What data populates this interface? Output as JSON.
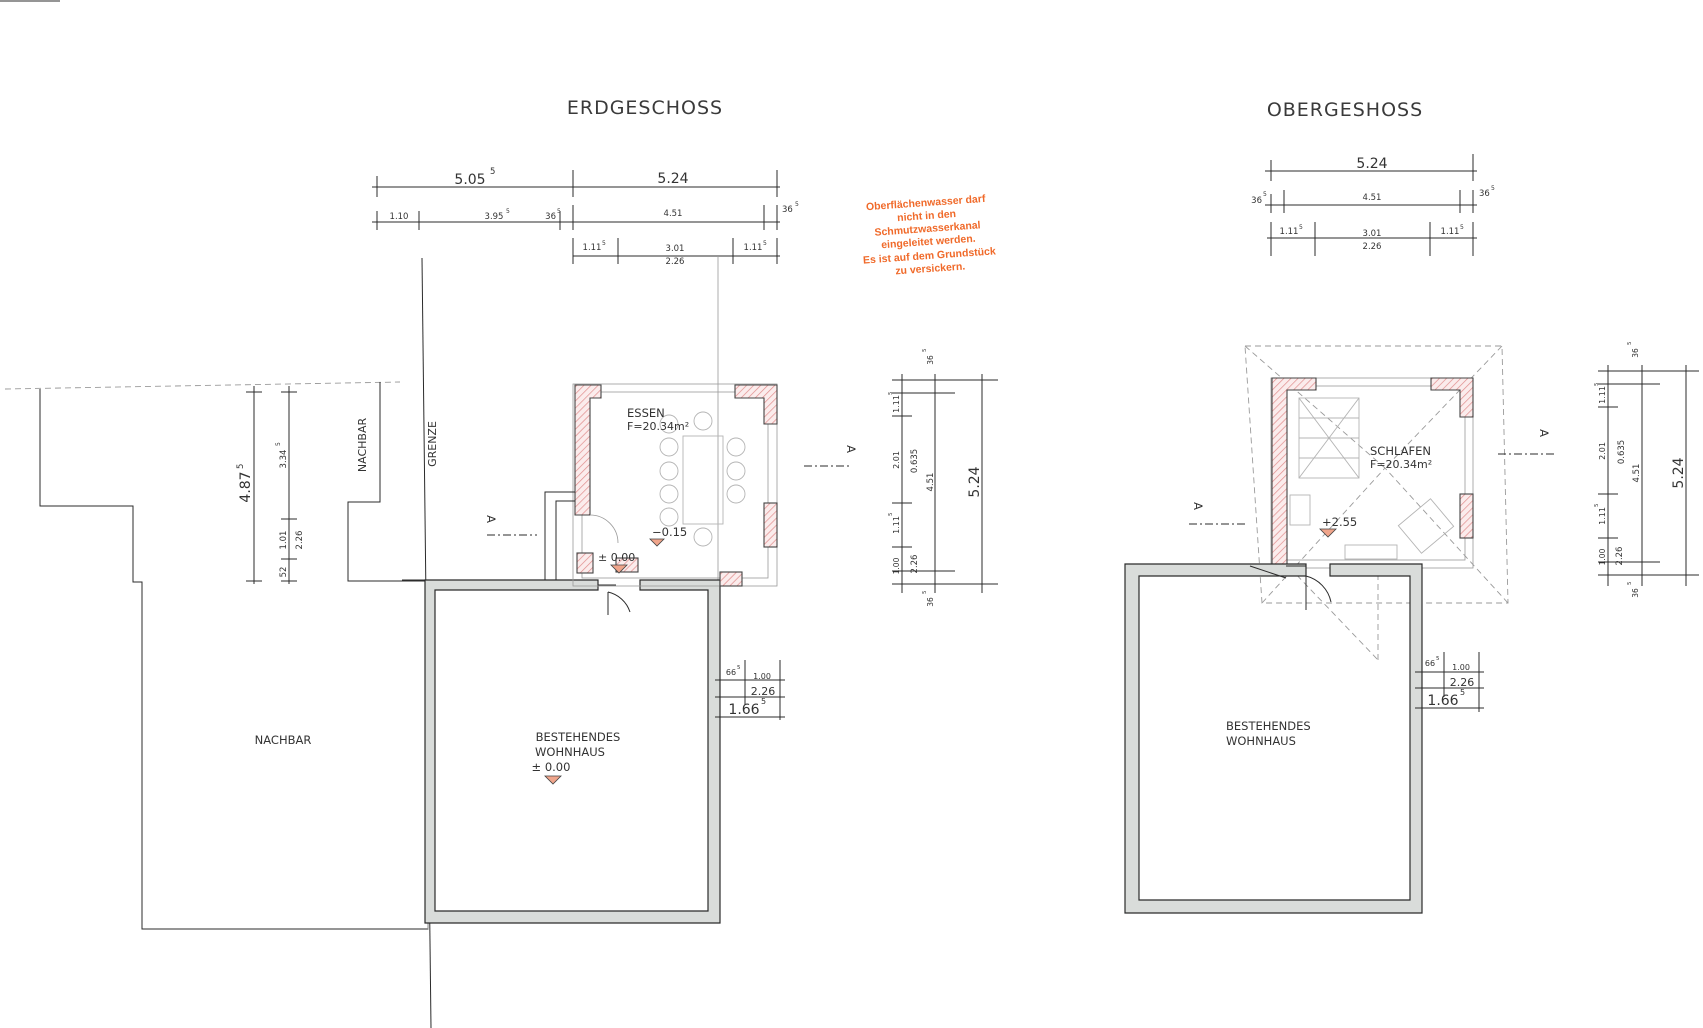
{
  "titles": {
    "ground_floor": "ERDGESCHOSS",
    "upper_floor": "OBERGESHOSS"
  },
  "note": {
    "lines": [
      "Oberflächenwasser darf",
      "nicht in den",
      "Schmutzwasserkanal",
      "eingeleitet werden.",
      "Es ist auf dem Grundstück",
      "zu versickern."
    ],
    "color": "#f06a2a"
  },
  "colors": {
    "wall_fill": "#d9dcda",
    "hatch": "#e8a0a0",
    "level_marker": "#f0a58b"
  },
  "ground_floor": {
    "dims_top": {
      "row1": [
        "5.05",
        "5",
        "5.24"
      ],
      "row2": [
        "1.10",
        "3.95",
        "5",
        "36",
        "5",
        "4.51",
        "36",
        "5"
      ],
      "row3": [
        "1.11",
        "5",
        "3.01",
        "1.11",
        "5",
        "2.26"
      ]
    },
    "dims_left": [
      "4.87",
      "5",
      "3.34",
      "5",
      "1.01",
      "2.26",
      "52"
    ],
    "dims_right": [
      "36",
      "5",
      "1.11",
      "5",
      "2.01",
      "0.635",
      "4.51",
      "5.24",
      "1.11",
      "5",
      "1.00",
      "2.26",
      "36",
      "5"
    ],
    "dims_bottom": [
      "66",
      "5",
      "1.00",
      "2.26",
      "1.66",
      "5"
    ],
    "labels": {
      "neighbor_vertical": "NACHBAR",
      "boundary": "GRENZE",
      "neighbor": "NACHBAR",
      "room_name": "ESSEN",
      "room_area": "F=20.34m²",
      "room_level": "−0.15",
      "door_level": "± 0.00",
      "house_line1": "BESTEHENDES",
      "house_line2": "WOHNHAUS",
      "house_level": "± 0.00",
      "section_mark": "A"
    }
  },
  "upper_floor": {
    "dims_top": {
      "row1": [
        "5.24"
      ],
      "row2": [
        "36",
        "5",
        "4.51",
        "36",
        "5"
      ],
      "row3": [
        "1.11",
        "5",
        "3.01",
        "1.11",
        "5",
        "2.26"
      ]
    },
    "dims_right": [
      "36",
      "5",
      "1.11",
      "5",
      "2.01",
      "0.635",
      "4.51",
      "5.24",
      "1.11",
      "5",
      "1.00",
      "2.26",
      "36",
      "5"
    ],
    "dims_bottom": [
      "66",
      "5",
      "1.00",
      "2.26",
      "1.66",
      "5"
    ],
    "labels": {
      "room_name": "SCHLAFEN",
      "room_area": "F=20.34m²",
      "room_level": "+2.55",
      "house_line1": "BESTEHENDES",
      "house_line2": "WOHNHAUS",
      "section_mark": "A"
    }
  }
}
